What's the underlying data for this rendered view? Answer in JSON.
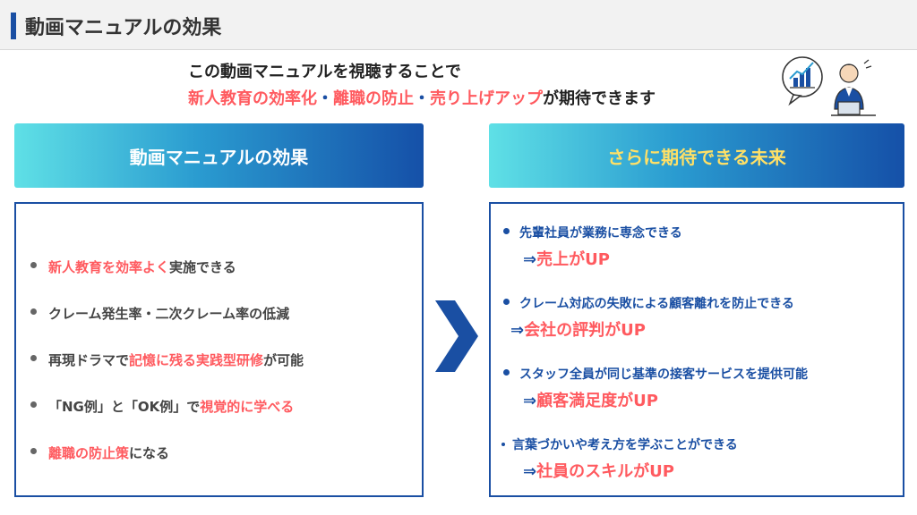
{
  "header": {
    "title": "動画マニュアルの効果"
  },
  "intro": {
    "line1": "この動画マニュアルを視聴することで",
    "line2": {
      "item1": "新人教育の効率化",
      "sep": "・",
      "item2": "離職の防止",
      "item3": "売り上げアップ",
      "tail": "が期待できます"
    }
  },
  "left_panel": {
    "heading": "動画マニュアルの効果",
    "items": [
      {
        "highlight": "新人教育を効率よく",
        "text": "実施できる"
      },
      {
        "text": "クレーム発生率・二次クレーム率の低減"
      },
      {
        "prefix": "再現ドラマで",
        "highlight": "記憶に残る実践型研修",
        "text": "が可能"
      },
      {
        "prefix": "「NG例」と「OK例」で",
        "highlight": "視覚的に学べる"
      },
      {
        "highlight": "離職の防止策",
        "text": "になる"
      }
    ]
  },
  "right_panel": {
    "heading": "さらに期待できる未来",
    "items": [
      {
        "text": "先輩社員が業務に専念できる",
        "arrow": "⇒",
        "result": "売上がUP"
      },
      {
        "text": "クレーム対応の失敗による顧客離れを防止できる",
        "arrow": "⇒",
        "result": "会社の評判がUP"
      },
      {
        "text": "スタッフ全員が同じ基準の接客サービスを提供可能",
        "arrow": "⇒",
        "result": "顧客満足度がUP"
      },
      {
        "text": "言葉づかいや考え方を学ぶことができる",
        "arrow": "⇒",
        "result": "社員のスキルがUP"
      }
    ]
  },
  "colors": {
    "accent_blue": "#1a4fa3",
    "highlight_red": "#ff5a5f",
    "heading_yellow": "#ffe066",
    "gradient": [
      "#5fe0e6",
      "#2a9bd0",
      "#1550a8"
    ]
  },
  "icons": {
    "illustration": "businessman-with-growth-chart-icon",
    "chevron": "chevron-right-icon"
  }
}
